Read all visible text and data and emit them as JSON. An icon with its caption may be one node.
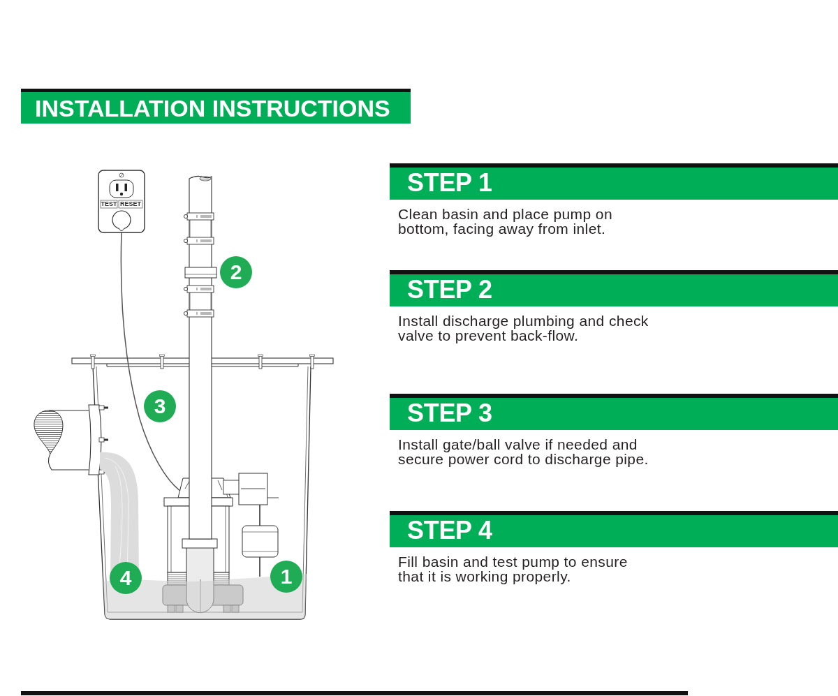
{
  "diagram": {
    "title": "INSTALLATION INSTRUCTIONS",
    "nodes": [
      {
        "text": [
          "STEP 1"
        ],
        "beside": [
          "Clean basin and place pump on bottom, facing away from inlet."
        ]
      },
      {
        "text": [
          "STEP 2"
        ],
        "beside": [
          "Install discharge plumbing and check valve to prevent back-flow."
        ]
      },
      {
        "text": [
          "STEP 3"
        ],
        "beside": [
          "Install gate/ball valve if needed and secure power cord to discharge pipe."
        ]
      },
      {
        "text": [
          "STEP 4"
        ],
        "beside": [
          "Fill basin and test pump to ensure that it is working properly."
        ]
      },
      {
        "text": [
          "2"
        ]
      },
      {
        "text": [
          "3"
        ]
      },
      {
        "text": [
          "4"
        ]
      },
      {
        "text": [
          "1"
        ]
      }
    ],
    "labels": [
      "TEST",
      "RESET"
    ]
  }
}
